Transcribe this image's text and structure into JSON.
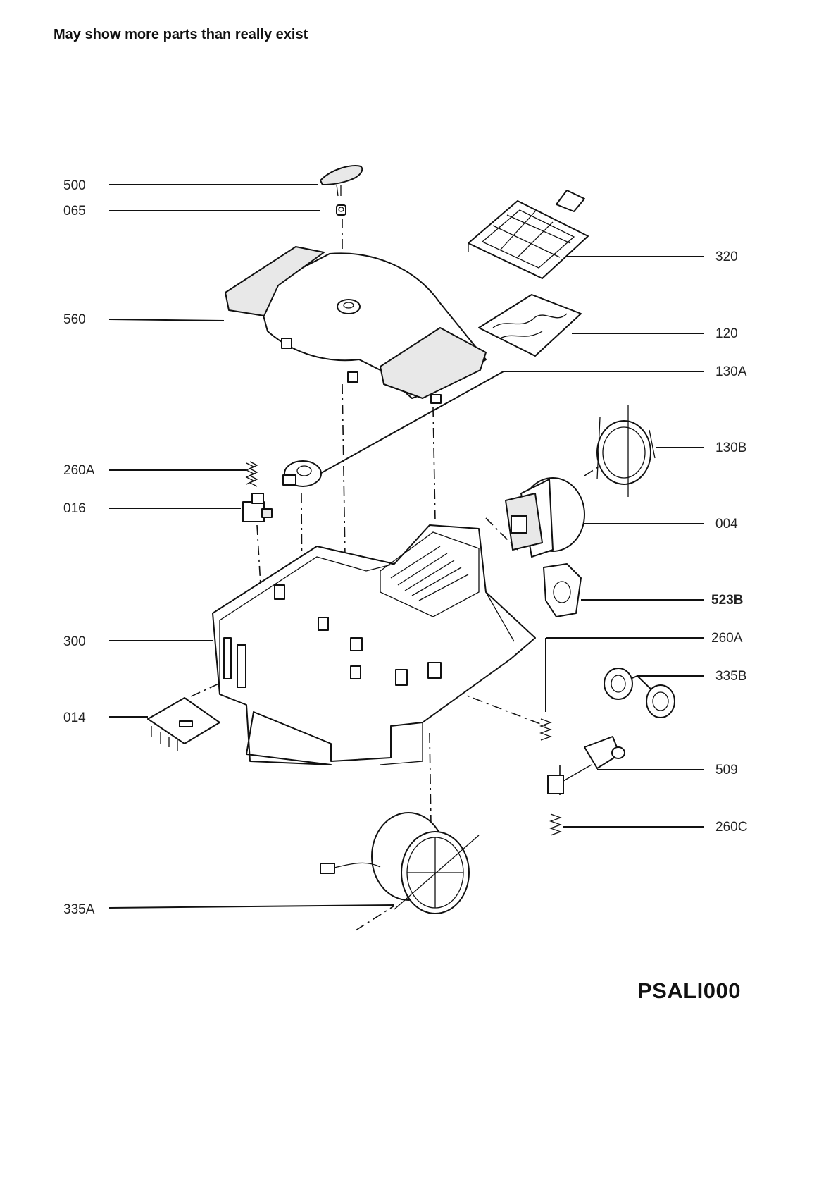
{
  "header": {
    "note": "May show more parts than really exist"
  },
  "footer": {
    "code": "PSALI000"
  },
  "labels": {
    "l500": "500",
    "l065": "065",
    "l560": "560",
    "l260A_left": "260A",
    "l016": "016",
    "l300": "300",
    "l014": "014",
    "l335A": "335A",
    "l320": "320",
    "l120": "120",
    "l130A": "130A",
    "l130B": "130B",
    "l004": "004",
    "l523B": "523B",
    "l260A_right": "260A",
    "l335B": "335B",
    "l509": "509",
    "l260C": "260C"
  }
}
